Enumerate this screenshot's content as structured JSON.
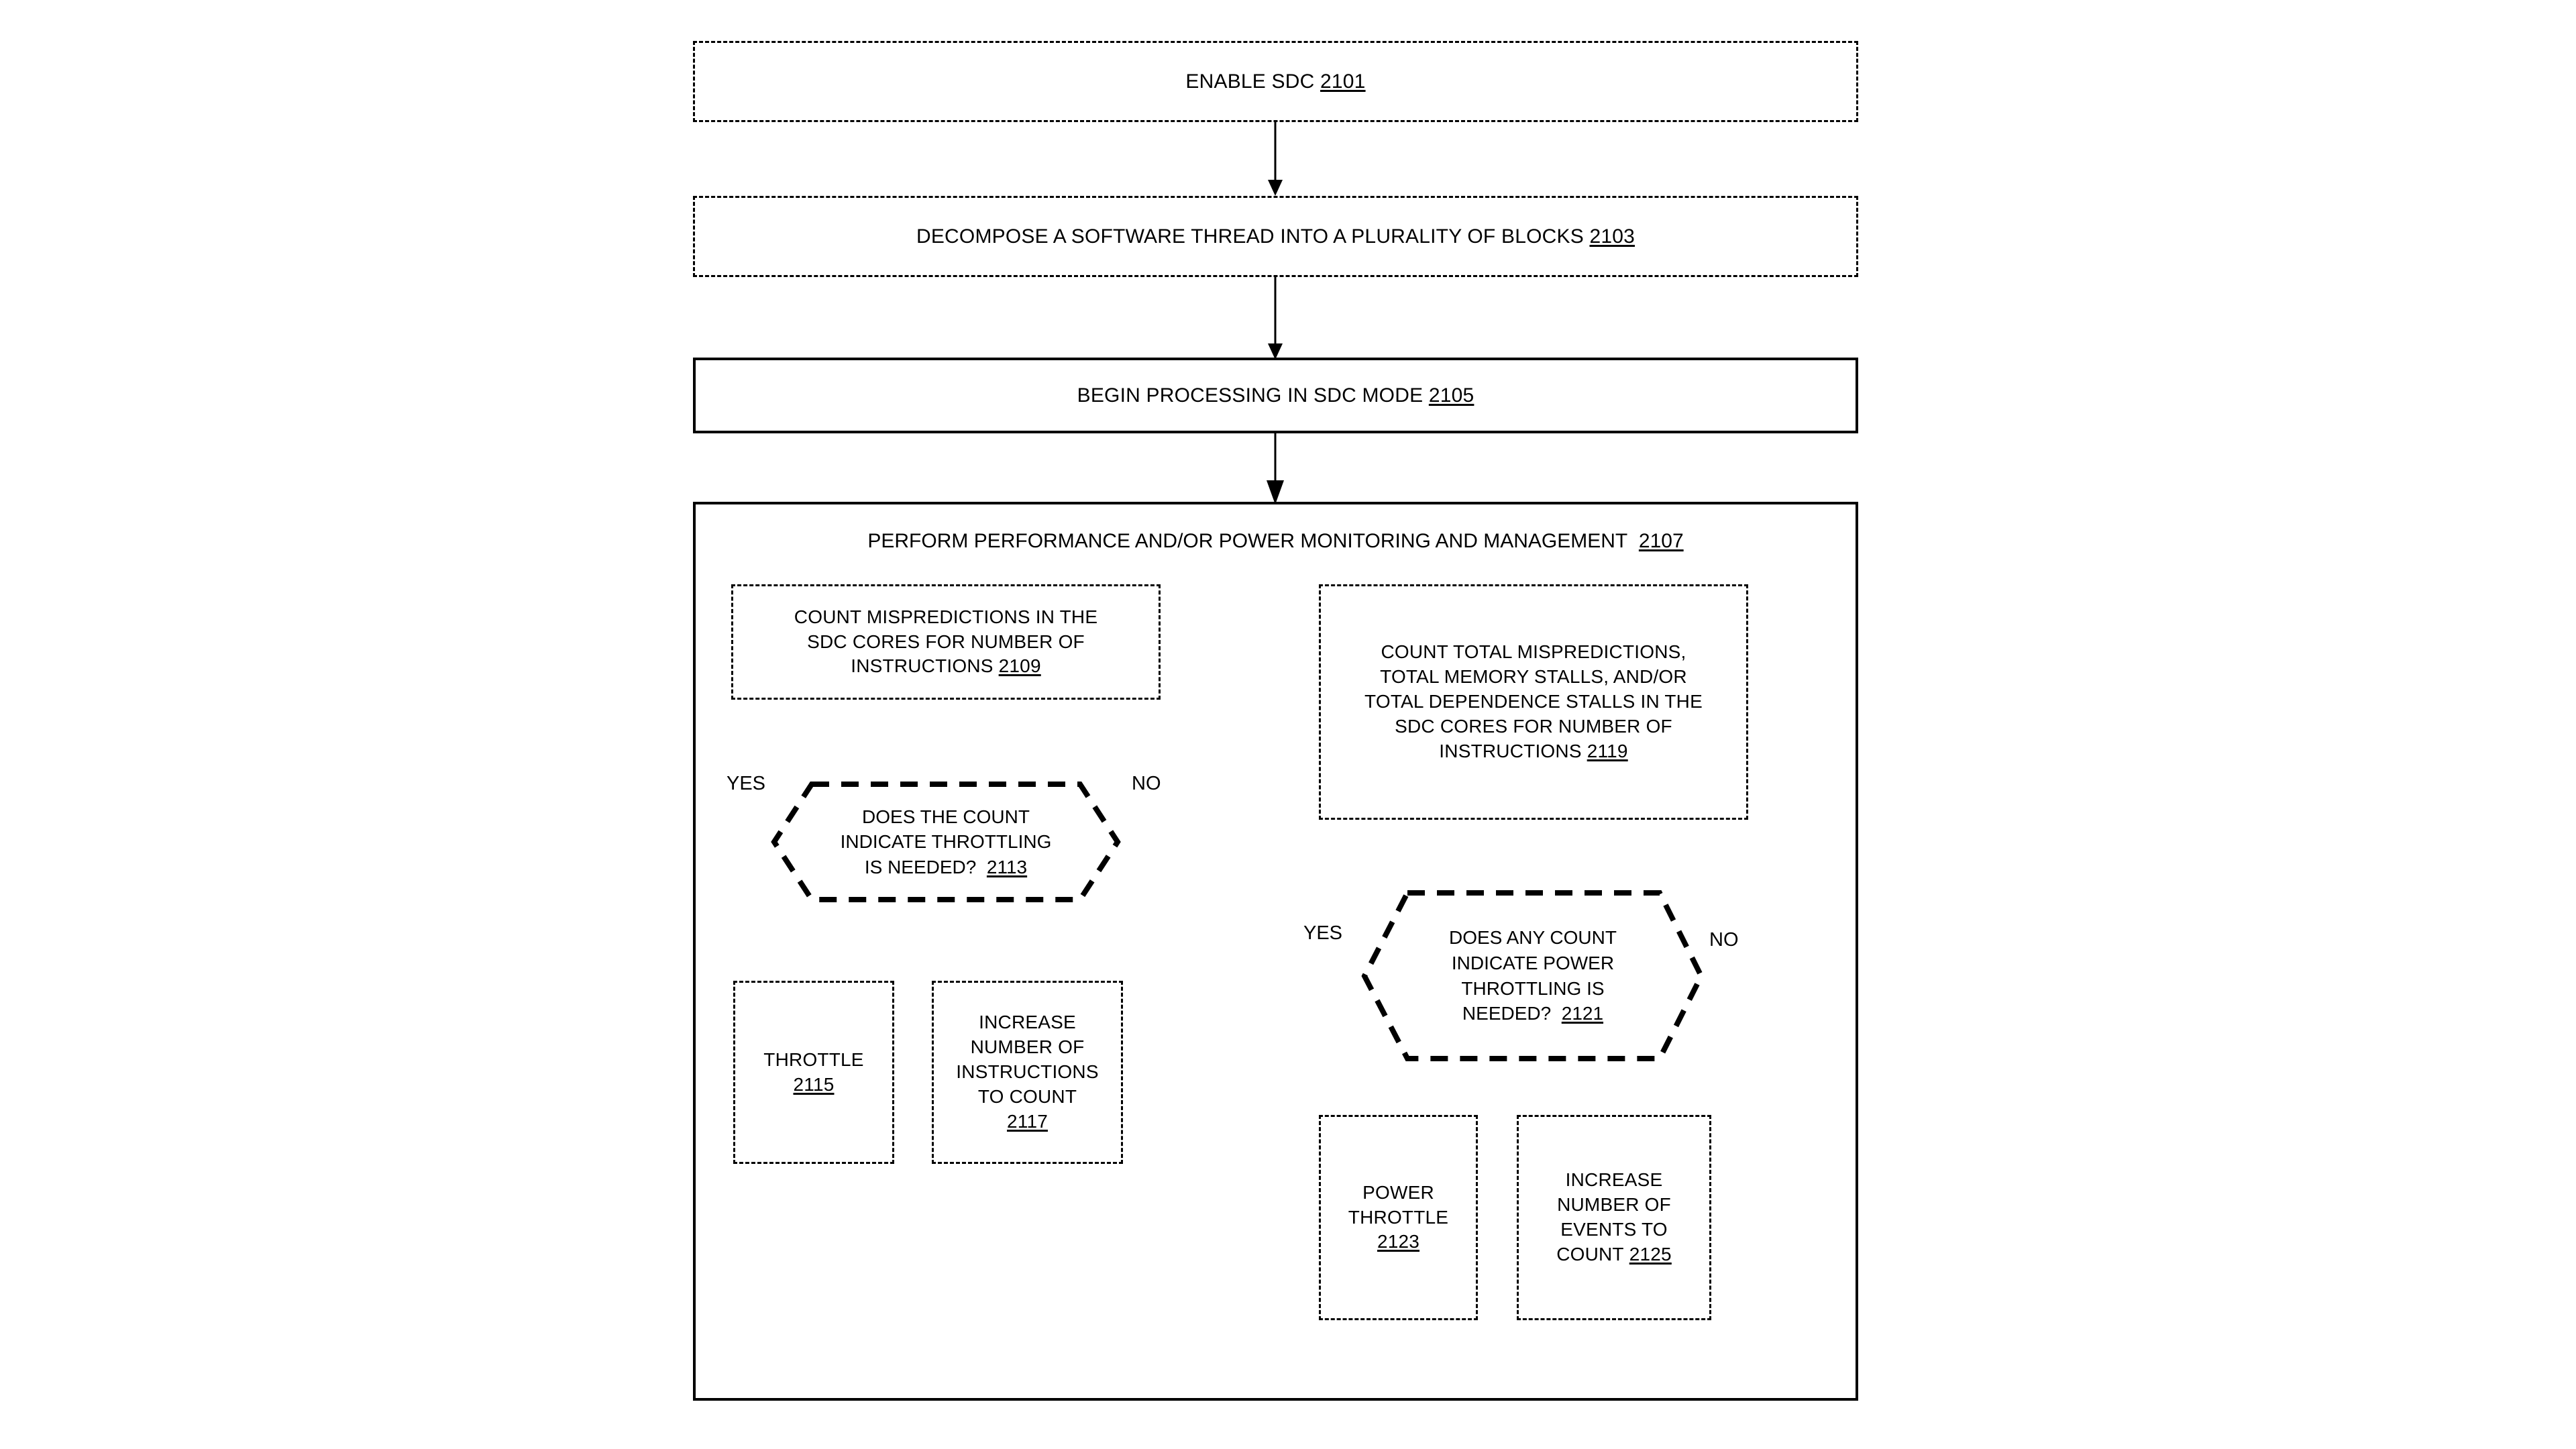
{
  "figure": {
    "type": "patent-flowchart",
    "orientation": "top-down",
    "nodes": {
      "n2101": {
        "text": "ENABLE SDC",
        "ref": "2101",
        "shape": "rectangle",
        "border": "dashed"
      },
      "n2103": {
        "text": "DECOMPOSE A SOFTWARE THREAD INTO A PLURALITY OF BLOCKS",
        "ref": "2103",
        "shape": "rectangle",
        "border": "dashed"
      },
      "n2105": {
        "text": "BEGIN PROCESSING IN SDC MODE",
        "ref": "2105",
        "shape": "rectangle",
        "border": "solid"
      },
      "n2107": {
        "text": "PERFORM PERFORMANCE AND/OR POWER MONITORING AND MANAGEMENT",
        "ref": "2107",
        "shape": "container",
        "border": "solid"
      },
      "n2109": {
        "line1": "COUNT MISPREDICTIONS IN THE",
        "line2": "SDC CORES FOR NUMBER OF",
        "line3": "INSTRUCTIONS",
        "ref": "2109",
        "shape": "rectangle",
        "border": "dashed"
      },
      "n2113": {
        "line1": "DOES THE COUNT",
        "line2": "INDICATE THROTTLING",
        "line3": "IS NEEDED?",
        "ref": "2113",
        "shape": "hexagon",
        "border": "dashed-bold"
      },
      "n2115": {
        "line1": "THROTTLE",
        "ref": "2115",
        "shape": "rectangle",
        "border": "dashed"
      },
      "n2117": {
        "line1": "INCREASE",
        "line2": "NUMBER OF",
        "line3": "INSTRUCTIONS",
        "line4": "TO COUNT",
        "ref": "2117",
        "shape": "rectangle",
        "border": "dashed"
      },
      "n2119": {
        "line1": "COUNT TOTAL MISPREDICTIONS,",
        "line2": "TOTAL MEMORY STALLS, AND/OR",
        "line3": "TOTAL DEPENDENCE STALLS IN THE",
        "line4": "SDC CORES FOR NUMBER OF",
        "line5": "INSTRUCTIONS",
        "ref": "2119",
        "shape": "rectangle",
        "border": "dashed"
      },
      "n2121": {
        "line1": "DOES ANY COUNT",
        "line2": "INDICATE POWER",
        "line3": "THROTTLING IS",
        "line4": "NEEDED?",
        "ref": "2121",
        "shape": "hexagon",
        "border": "dashed-bold"
      },
      "n2123": {
        "line1": "POWER",
        "line2": "THROTTLE",
        "ref": "2123",
        "shape": "rectangle",
        "border": "dashed"
      },
      "n2125": {
        "line1": "INCREASE",
        "line2": "NUMBER OF",
        "line3": "EVENTS TO",
        "line4": "COUNT",
        "ref": "2125",
        "shape": "rectangle",
        "border": "dashed"
      }
    },
    "branch_labels": {
      "left_yes": "YES",
      "left_no": "NO",
      "right_yes": "YES",
      "right_no": "NO"
    },
    "colors": {
      "stroke": "#000000",
      "background": "#ffffff",
      "text": "#000000"
    }
  }
}
